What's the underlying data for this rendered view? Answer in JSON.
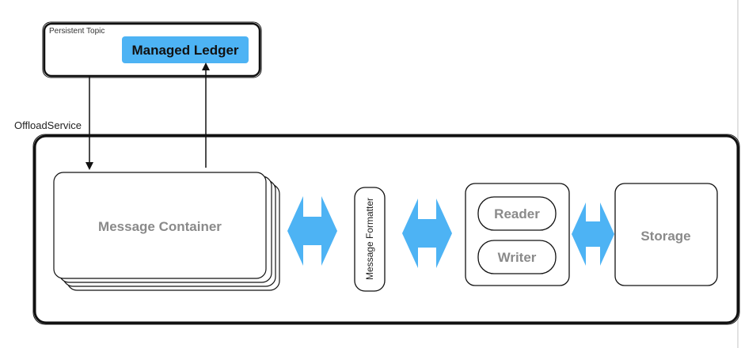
{
  "persistent_topic": {
    "label": "Persistent Topic",
    "managed_ledger_label": "Managed Ledger"
  },
  "offload_service": {
    "label": "OffloadService",
    "message_container_label": "Message Container",
    "message_formatter_label": "Message Formatter",
    "reader_label": "Reader",
    "writer_label": "Writer",
    "storage_label": "Storage"
  },
  "colors": {
    "accent_blue": "#4db3f4",
    "border": "#111111",
    "grey_text": "#8a8a8a"
  }
}
